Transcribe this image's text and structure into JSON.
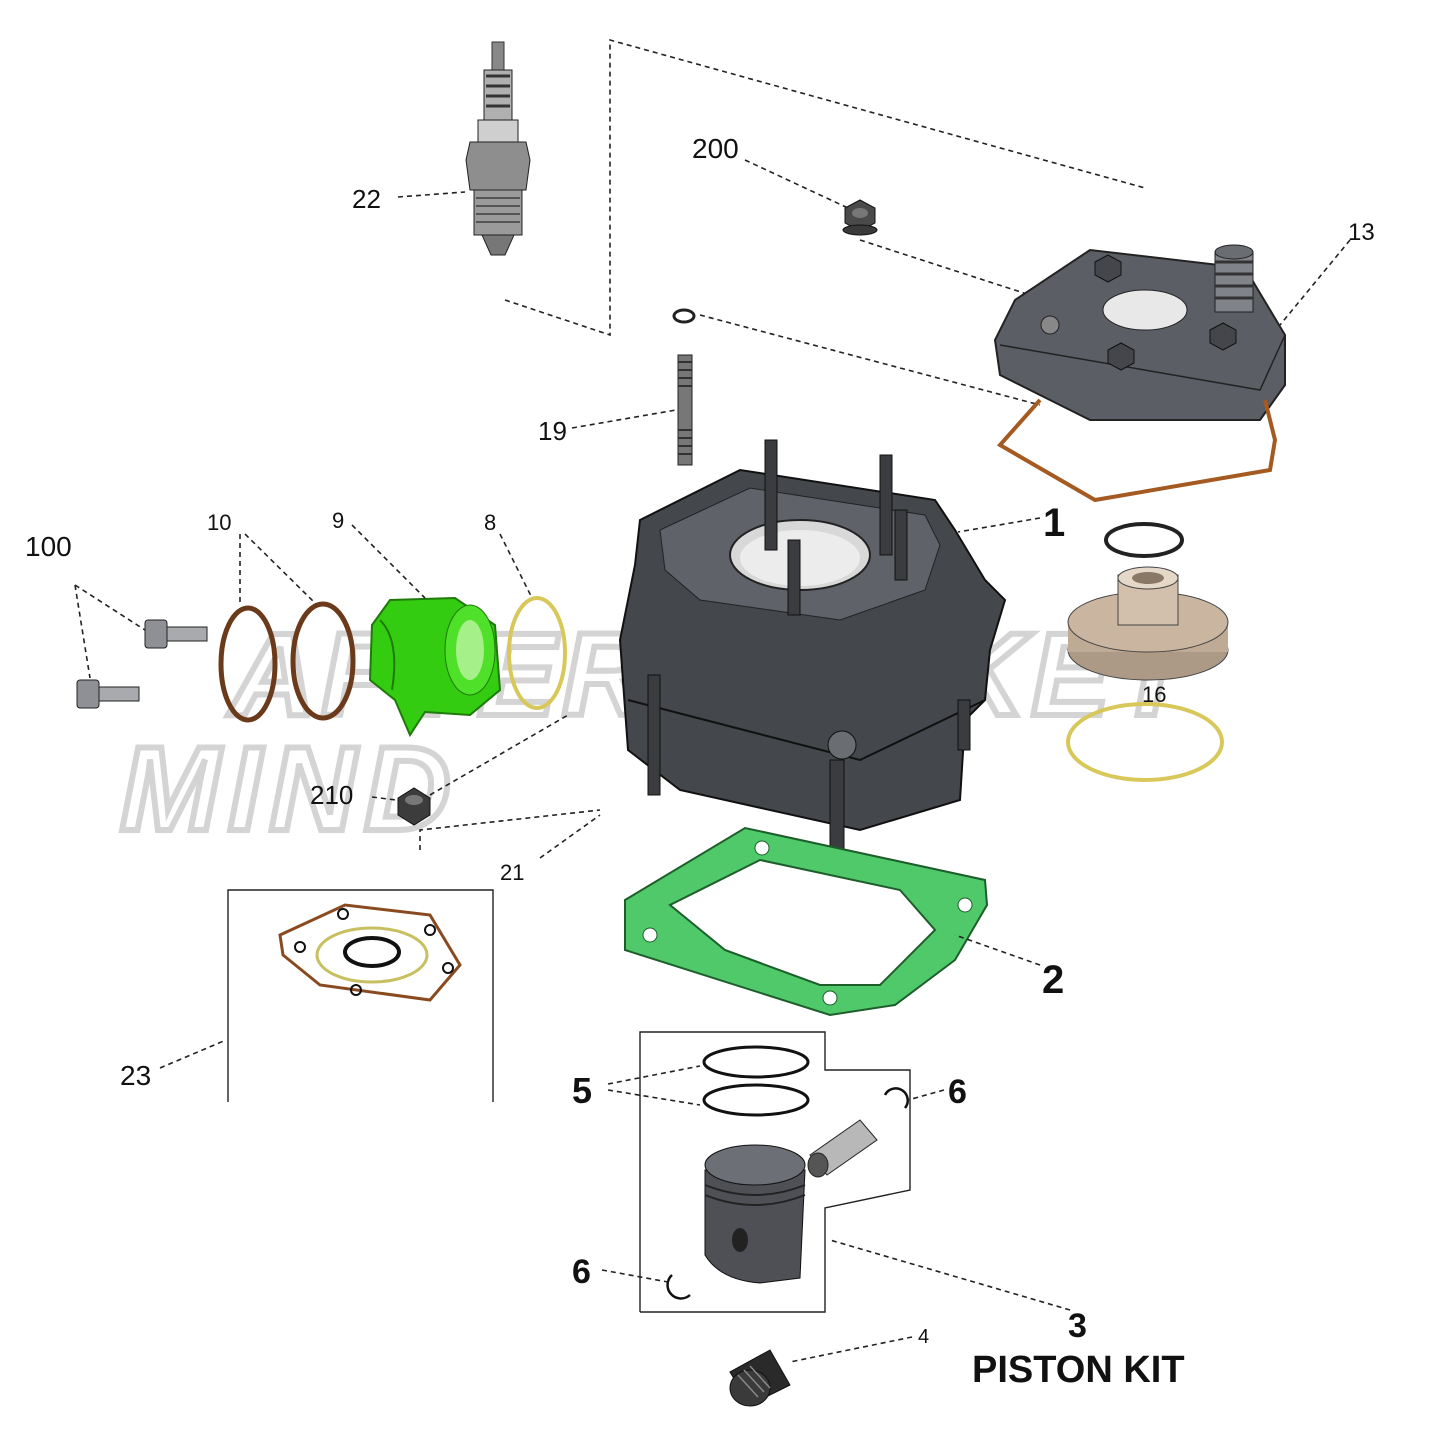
{
  "watermark": {
    "text_top": "AFTERMARKET",
    "text_bottom": "MIND",
    "color": "#d9d9d9"
  },
  "colors": {
    "highlight_part": "#33cc11",
    "gasket_green": "#4fc96a",
    "oring_brown": "#8a4a20",
    "oring_yellow": "#d8c85a",
    "metal_dark": "#3d3f44",
    "metal_light": "#8a8d93",
    "bronze": "#b9a590"
  },
  "callouts": {
    "c1": "1",
    "c2": "2",
    "c3": "3",
    "c4": "4",
    "c5": "5",
    "c6a": "6",
    "c6b": "6",
    "c8": "8",
    "c9": "9",
    "c10": "10",
    "c13": "13",
    "c16": "16",
    "c19": "19",
    "c21": "21",
    "c22": "22",
    "c23": "23",
    "c100": "100",
    "c200": "200",
    "c210": "210"
  },
  "piston_kit_label": "PISTON KIT"
}
